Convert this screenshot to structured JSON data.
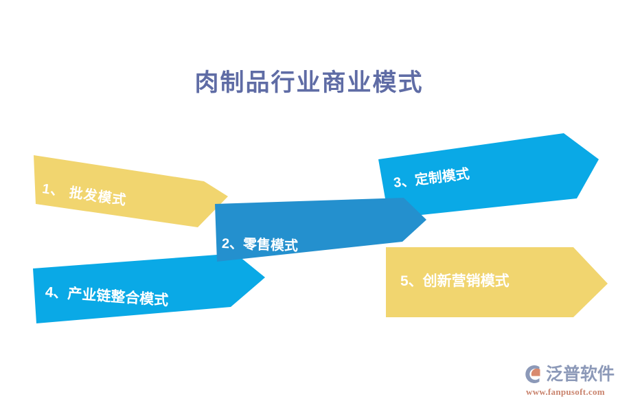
{
  "page": {
    "title": "肉制品行业商业模式",
    "background_color": "#ffffff",
    "title_color": "#5f6ca5"
  },
  "colors": {
    "yellow": "#f1d56f",
    "blue_light": "#0aa9e6",
    "blue_mid": "#2490ce",
    "blue_dark": "#2487bf",
    "label_text": "#ffffff",
    "watermark_brand": "#8c99b8",
    "watermark_url": "#c9836d",
    "watermark_mark_outer": "#8c99b8",
    "watermark_mark_inner": "#d98a6e"
  },
  "diagram": {
    "type": "arrow-process",
    "items": [
      {
        "id": "1",
        "number": "1、",
        "label": "批发模式",
        "text": "1、    批发模式",
        "color_key": "yellow",
        "color": "#f1d56f",
        "rotation_deg": 8.2,
        "position": "upper-left"
      },
      {
        "id": "2",
        "number": "2、",
        "label": "零售模式",
        "text": "2、零售模式",
        "color_key": "blue_mid",
        "color": "#2490ce",
        "rotation_deg": 2.0,
        "position": "center"
      },
      {
        "id": "3",
        "number": "3、",
        "label": "定制模式",
        "text": "3、定制模式",
        "color_key": "blue_light",
        "color": "#0aa9e6",
        "rotation_deg": -7.0,
        "position": "upper-right"
      },
      {
        "id": "4",
        "number": "4、",
        "label": "产业链整合模式",
        "text": "4、产业链整合模式",
        "color_key": "blue_light",
        "color": "#0aa9e6",
        "rotation_deg": 4.0,
        "position": "lower-left"
      },
      {
        "id": "5",
        "number": "5、",
        "label": "创新营销模式",
        "text": "5、创新营销模式",
        "color_key": "yellow",
        "color": "#f1d56f",
        "rotation_deg": 0,
        "position": "lower-right"
      }
    ]
  },
  "watermark": {
    "brand": "泛普软件",
    "url": "www.fanpusoft.com",
    "mark_name": "fanpu-logo-mark"
  }
}
